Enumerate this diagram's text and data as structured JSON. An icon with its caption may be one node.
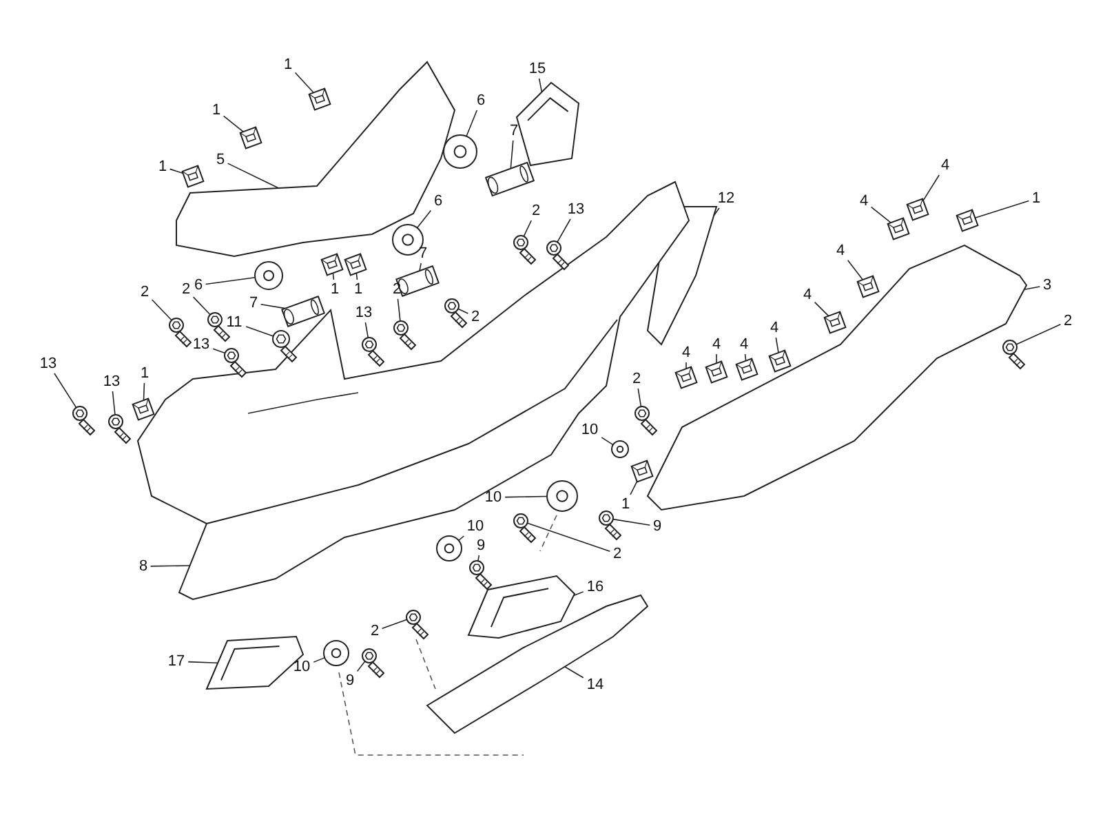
{
  "diagram": {
    "nodes": [
      {
        "text": [
          "1"
        ]
      },
      {
        "text": [
          "15"
        ]
      },
      {
        "text": [
          "6"
        ]
      },
      {
        "text": [
          "1"
        ]
      },
      {
        "text": [
          "7"
        ]
      },
      {
        "text": [
          "5"
        ]
      },
      {
        "text": [
          "4"
        ]
      },
      {
        "text": [
          "1"
        ]
      },
      {
        "text": [
          "6"
        ]
      },
      {
        "text": [
          "12"
        ]
      },
      {
        "text": [
          "1"
        ]
      },
      {
        "text": [
          "4"
        ]
      },
      {
        "text": [
          "13"
        ]
      },
      {
        "text": [
          "2"
        ]
      },
      {
        "text": [
          "4"
        ]
      },
      {
        "text": [
          "7"
        ]
      },
      {
        "text": [
          "6"
        ]
      },
      {
        "text": [
          "3"
        ]
      },
      {
        "text": [
          "2"
        ]
      },
      {
        "text": [
          "1"
        ]
      },
      {
        "text": [
          "1"
        ]
      },
      {
        "text": [
          "2"
        ]
      },
      {
        "text": [
          "2"
        ]
      },
      {
        "text": [
          "7"
        ]
      },
      {
        "text": [
          "4"
        ]
      },
      {
        "text": [
          "2"
        ]
      },
      {
        "text": [
          "13"
        ]
      },
      {
        "text": [
          "11"
        ]
      },
      {
        "text": [
          "2"
        ]
      },
      {
        "text": [
          "13"
        ]
      },
      {
        "text": [
          "4"
        ]
      },
      {
        "text": [
          "4"
        ]
      },
      {
        "text": [
          "4"
        ]
      },
      {
        "text": [
          "4"
        ]
      },
      {
        "text": [
          "13"
        ]
      },
      {
        "text": [
          "1"
        ]
      },
      {
        "text": [
          "2"
        ]
      },
      {
        "text": [
          "13"
        ]
      },
      {
        "text": [
          "10"
        ]
      },
      {
        "text": [
          "1"
        ]
      },
      {
        "text": [
          "10"
        ]
      },
      {
        "text": [
          "9"
        ]
      },
      {
        "text": [
          "10"
        ]
      },
      {
        "text": [
          "9"
        ]
      },
      {
        "text": [
          "2"
        ]
      },
      {
        "text": [
          "8"
        ]
      },
      {
        "text": [
          "16"
        ]
      },
      {
        "text": [
          "2"
        ]
      },
      {
        "text": [
          "17"
        ]
      },
      {
        "text": [
          "10"
        ]
      },
      {
        "text": [
          "9"
        ]
      },
      {
        "text": [
          "14"
        ]
      },
      {
        "text": [],
        "shape": "picture"
      },
      {
        "text": [],
        "shape": "picture"
      },
      {
        "text": [],
        "shape": "picture"
      },
      {
        "text": [],
        "shape": "picture"
      },
      {
        "text": [],
        "shape": "picture"
      },
      {
        "text": [],
        "shape": "picture"
      },
      {
        "text": [],
        "shape": "picture"
      },
      {
        "text": [],
        "shape": "picture"
      },
      {
        "text": [],
        "shape": "picture"
      },
      {
        "text": [],
        "shape": "picture"
      },
      {
        "text": [],
        "shape": "picture"
      },
      {
        "text": [],
        "shape": "picture"
      },
      {
        "text": [],
        "shape": "picture"
      },
      {
        "text": [],
        "shape": "picture"
      },
      {
        "text": [],
        "shape": "picture"
      },
      {
        "text": [],
        "shape": "picture"
      },
      {
        "text": [],
        "shape": "picture"
      },
      {
        "text": [],
        "shape": "picture"
      },
      {
        "text": [],
        "shape": "picture"
      },
      {
        "text": [],
        "shape": "picture"
      },
      {
        "text": [],
        "shape": "picture"
      },
      {
        "text": [],
        "shape": "picture"
      },
      {
        "text": [],
        "shape": "picture"
      },
      {
        "text": [],
        "shape": "picture"
      },
      {
        "text": [],
        "shape": "picture"
      },
      {
        "text": [],
        "shape": "picture"
      },
      {
        "text": [],
        "shape": "picture"
      },
      {
        "text": [],
        "shape": "picture"
      },
      {
        "text": [],
        "shape": "picture"
      },
      {
        "text": [],
        "shape": "picture"
      },
      {
        "text": [],
        "shape": "picture"
      },
      {
        "text": [],
        "shape": "picture"
      },
      {
        "text": [],
        "shape": "picture"
      },
      {
        "text": [],
        "shape": "picture"
      },
      {
        "text": [],
        "shape": "picture"
      },
      {
        "text": [],
        "shape": "picture"
      },
      {
        "text": [],
        "shape": "picture"
      },
      {
        "text": [],
        "shape": "picture"
      },
      {
        "text": [],
        "shape": "picture"
      },
      {
        "text": [],
        "shape": "picture"
      },
      {
        "text": [],
        "shape": "picture"
      },
      {
        "text": [],
        "shape": "picture"
      },
      {
        "text": [],
        "shape": "picture"
      },
      {
        "text": [],
        "shape": "picture"
      },
      {
        "text": [],
        "shape": "picture"
      },
      {
        "text": [],
        "shape": "picture"
      },
      {
        "text": [],
        "shape": "picture"
      },
      {
        "text": [],
        "shape": "picture"
      },
      {
        "text": [],
        "shape": "picture"
      },
      {
        "text": [],
        "shape": "picture"
      },
      {
        "text": [],
        "shape": "picture"
      },
      {
        "text": [],
        "shape": "picture"
      }
    ],
    "edges": [
      {
        "from": 0,
        "to": 52,
        "arrow": "none"
      },
      {
        "from": 1,
        "to": 53,
        "arrow": "none"
      },
      {
        "from": 2,
        "to": 54,
        "arrow": "none"
      },
      {
        "from": 3,
        "to": 55,
        "arrow": "none"
      },
      {
        "from": 4,
        "to": 56,
        "arrow": "none"
      },
      {
        "from": 5,
        "to": 57,
        "arrow": "none"
      },
      {
        "from": 6,
        "to": 58,
        "arrow": "none"
      },
      {
        "from": 7,
        "to": 59,
        "arrow": "none"
      },
      {
        "from": 8,
        "to": 60,
        "arrow": "none"
      },
      {
        "from": 9,
        "to": 61,
        "arrow": "none"
      },
      {
        "from": 10,
        "to": 62,
        "arrow": "none"
      },
      {
        "from": 11,
        "to": 63,
        "arrow": "none"
      },
      {
        "from": 12,
        "to": 64,
        "arrow": "none"
      },
      {
        "from": 13,
        "to": 65,
        "arrow": "none"
      },
      {
        "from": 14,
        "to": 66,
        "arrow": "none"
      },
      {
        "from": 15,
        "to": 67,
        "arrow": "none"
      },
      {
        "from": 16,
        "to": 68,
        "arrow": "none"
      },
      {
        "from": 17,
        "to": 69,
        "arrow": "none"
      },
      {
        "from": 18,
        "to": 70,
        "arrow": "none"
      },
      {
        "from": 19,
        "to": 71,
        "arrow": "none"
      },
      {
        "from": 20,
        "to": 72,
        "arrow": "none"
      },
      {
        "from": 21,
        "to": 73,
        "arrow": "none"
      },
      {
        "from": 22,
        "to": 74,
        "arrow": "none"
      },
      {
        "from": 23,
        "to": 75,
        "arrow": "none"
      },
      {
        "from": 24,
        "to": 76,
        "arrow": "none"
      },
      {
        "from": 25,
        "to": 77,
        "arrow": "none"
      },
      {
        "from": 26,
        "to": 78,
        "arrow": "none"
      },
      {
        "from": 27,
        "to": 79,
        "arrow": "none"
      },
      {
        "from": 28,
        "to": 80,
        "arrow": "none"
      },
      {
        "from": 29,
        "to": 81,
        "arrow": "none"
      },
      {
        "from": 30,
        "to": 82,
        "arrow": "none"
      },
      {
        "from": 31,
        "to": 83,
        "arrow": "none"
      },
      {
        "from": 32,
        "to": 84,
        "arrow": "none"
      },
      {
        "from": 33,
        "to": 85,
        "arrow": "none"
      },
      {
        "from": 34,
        "to": 86,
        "arrow": "none"
      },
      {
        "from": 35,
        "to": 87,
        "arrow": "none"
      },
      {
        "from": 36,
        "to": 88,
        "arrow": "none"
      },
      {
        "from": 37,
        "to": 89,
        "arrow": "none"
      },
      {
        "from": 38,
        "to": 90,
        "arrow": "none"
      },
      {
        "from": 39,
        "to": 91,
        "arrow": "none"
      },
      {
        "from": 40,
        "to": 92,
        "arrow": "none"
      },
      {
        "from": 41,
        "to": 93,
        "arrow": "none"
      },
      {
        "from": 42,
        "to": 94,
        "arrow": "none"
      },
      {
        "from": 43,
        "to": 95,
        "arrow": "none"
      },
      {
        "from": 44,
        "to": 96,
        "arrow": "none"
      },
      {
        "from": 45,
        "to": 97,
        "arrow": "none"
      },
      {
        "from": 46,
        "to": 98,
        "arrow": "none"
      },
      {
        "from": 47,
        "to": 99,
        "arrow": "none"
      },
      {
        "from": 48,
        "to": 100,
        "arrow": "none"
      },
      {
        "from": 49,
        "to": 101,
        "arrow": "none"
      },
      {
        "from": 50,
        "to": 102,
        "arrow": "none"
      },
      {
        "from": 51,
        "to": 103,
        "arrow": "none"
      }
    ]
  }
}
